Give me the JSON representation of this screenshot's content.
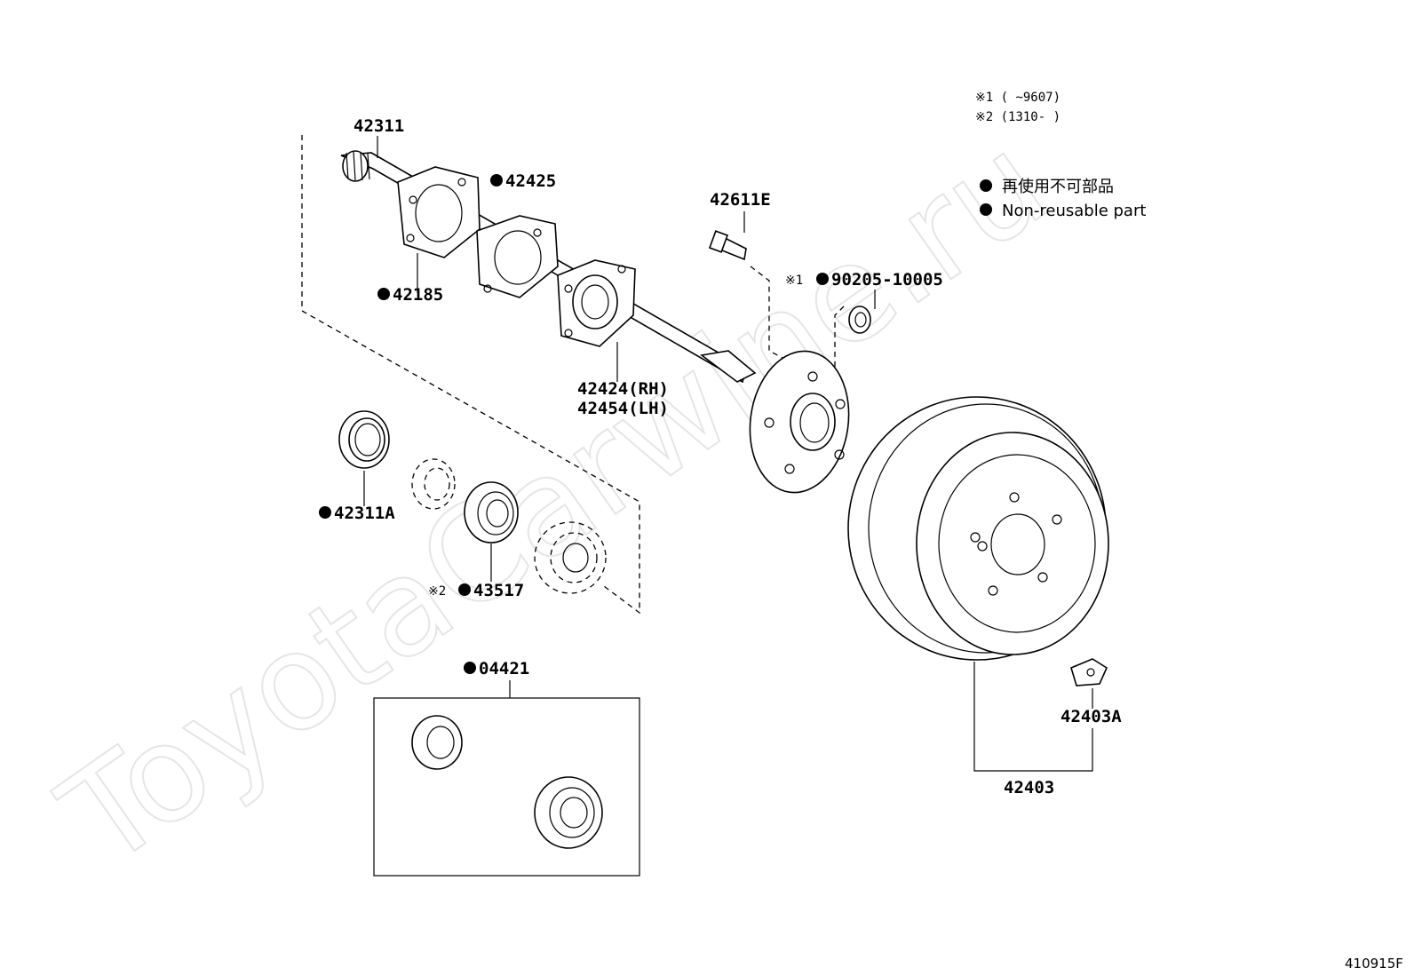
{
  "watermark": "ToyotaCarwine.ru",
  "notes": {
    "note1": "※1 (      ~9607)",
    "note2": "※2 (1310-      )"
  },
  "legend": {
    "marker": "●",
    "jp": "再使用不可部品",
    "en": "Non-reusable part"
  },
  "figure_number": "410915F",
  "parts": {
    "p42311": "42311",
    "p42425": "42425",
    "p42185": "42185",
    "p42611E": "42611E",
    "p90205_prefix": "※1",
    "p90205": "90205-10005",
    "p42424": "42424(RH)",
    "p42454": "42454(LH)",
    "p42311A": "42311A",
    "p43517_prefix": "※2",
    "p43517": "43517",
    "p04421": "04421",
    "p42403A": "42403A",
    "p42403": "42403"
  },
  "colors": {
    "line": "#000000",
    "background": "#ffffff",
    "watermark": "#d0d0d0"
  }
}
